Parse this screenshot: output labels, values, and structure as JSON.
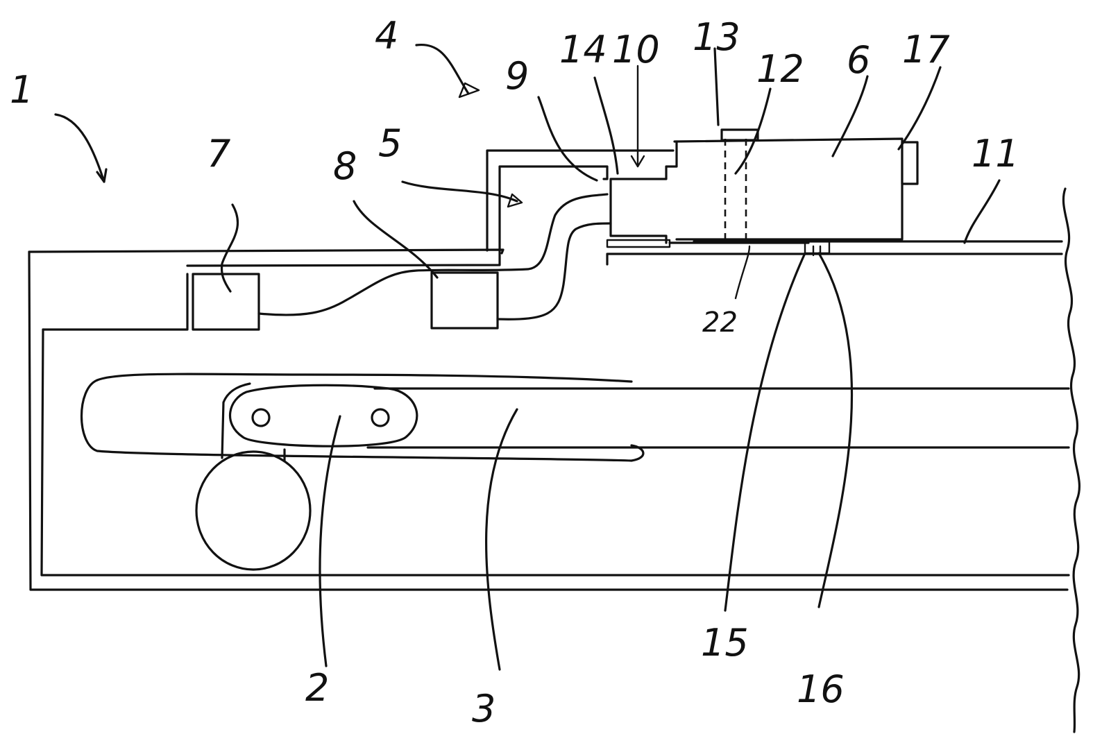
{
  "reference_numerals": {
    "r1": "1",
    "r2": "2",
    "r3": "3",
    "r4": "4",
    "r5": "5",
    "r6": "6",
    "r7": "7",
    "r8": "8",
    "r9": "9",
    "r10": "10",
    "r11": "11",
    "r12": "12",
    "r13": "13",
    "r14": "14",
    "r15": "15",
    "r16": "16",
    "r17": "17",
    "r22": "22"
  }
}
